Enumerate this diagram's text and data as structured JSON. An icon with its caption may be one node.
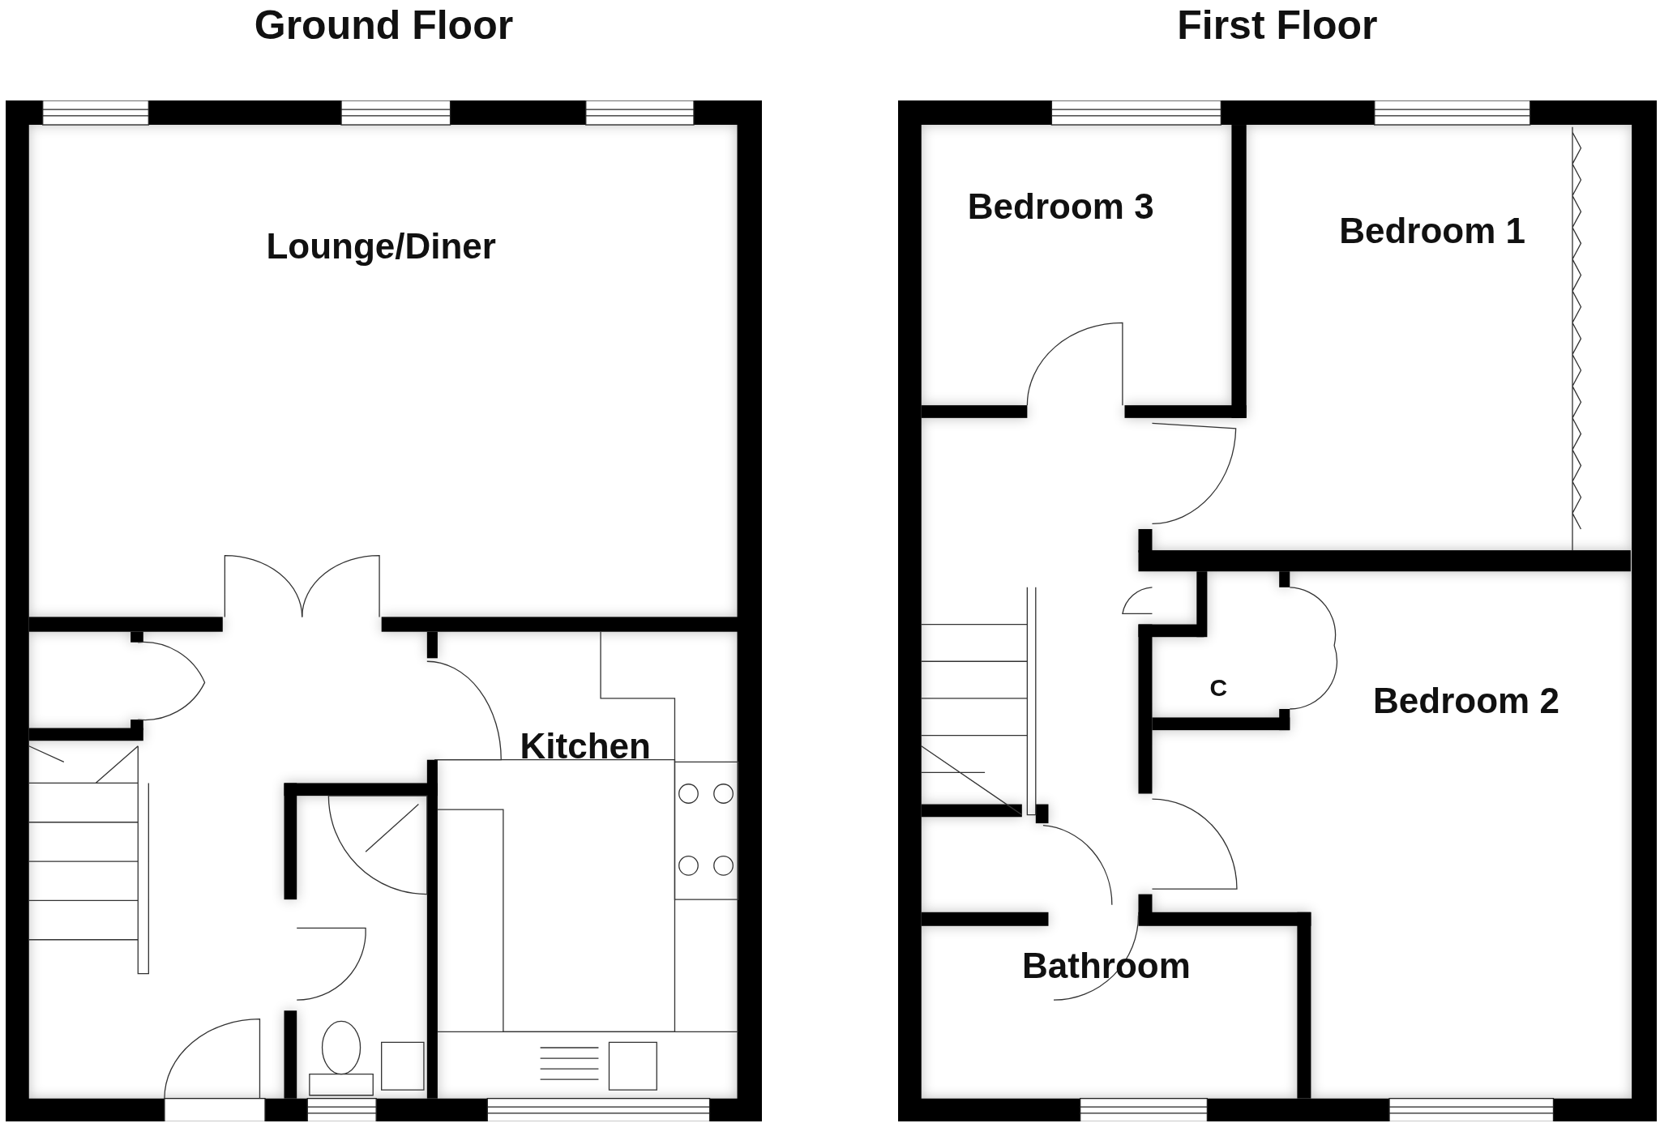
{
  "diagram": {
    "nodes": [
      {
        "text": [
          "Ground Floor"
        ]
      },
      {
        "text": [
          "Lounge/Diner"
        ],
        "in": 0
      },
      {
        "text": [
          "Kitchen"
        ],
        "in": 0
      },
      {
        "text": [
          "First Floor"
        ]
      },
      {
        "text": [
          "Bedroom 3"
        ],
        "in": 3
      },
      {
        "text": [
          "Bedroom 1"
        ],
        "in": 3
      },
      {
        "text": [
          "C"
        ],
        "in": 3
      },
      {
        "text": [
          "Bedroom 2"
        ],
        "in": 3
      },
      {
        "text": [
          "Bathroom"
        ],
        "in": 3
      }
    ]
  }
}
